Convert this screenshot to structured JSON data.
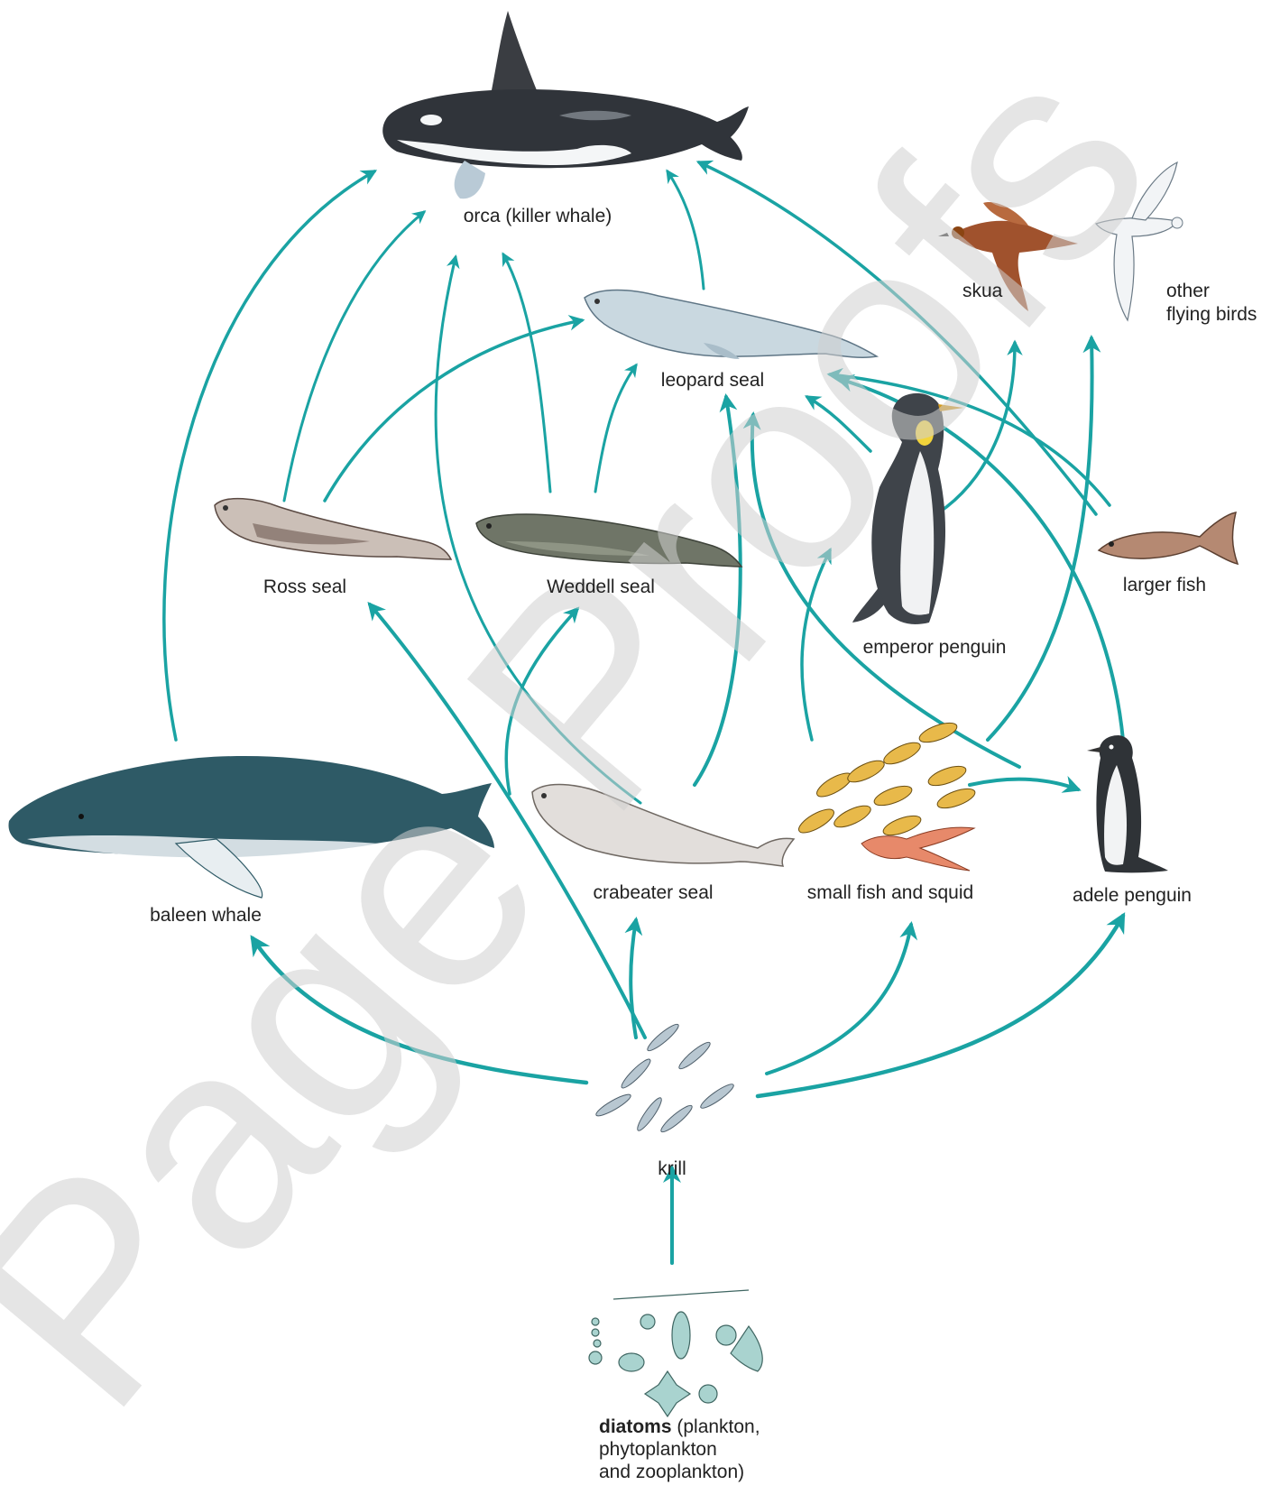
{
  "colors": {
    "arrow": "#1aa3a3",
    "watermark": "#d9d9d9",
    "text": "#222222"
  },
  "organisms": {
    "orca": {
      "label": "orca (killer whale)",
      "icon": "orca-icon"
    },
    "skua": {
      "label": "skua",
      "icon": "skua-icon"
    },
    "other_birds": {
      "label_line1": "other",
      "label_line2": "flying birds",
      "icon": "gull-icon"
    },
    "leopard_seal": {
      "label": "leopard seal",
      "icon": "leopard-seal-icon"
    },
    "ross_seal": {
      "label": "Ross seal",
      "icon": "ross-seal-icon"
    },
    "weddell_seal": {
      "label": "Weddell seal",
      "icon": "weddell-seal-icon"
    },
    "larger_fish": {
      "label": "larger fish",
      "icon": "fish-icon"
    },
    "emperor_penguin": {
      "label": "emperor penguin",
      "icon": "emperor-penguin-icon"
    },
    "baleen_whale": {
      "label": "baleen whale",
      "icon": "humpback-whale-icon"
    },
    "crabeater_seal": {
      "label": "crabeater seal",
      "icon": "crabeater-seal-icon"
    },
    "small_fish_squid": {
      "label": "small fish and squid",
      "icon": "fish-school-icon"
    },
    "adele_penguin": {
      "label": "adele penguin",
      "icon": "adelie-penguin-icon"
    },
    "krill": {
      "label": "krill",
      "icon": "krill-icon"
    },
    "diatoms": {
      "label_bold": "diatoms",
      "label_rest": " (plankton,",
      "label_line2": "phytoplankton",
      "label_line3": "and zooplankton)",
      "icon": "plankton-icon"
    }
  },
  "watermark_text": "Page Proofs"
}
